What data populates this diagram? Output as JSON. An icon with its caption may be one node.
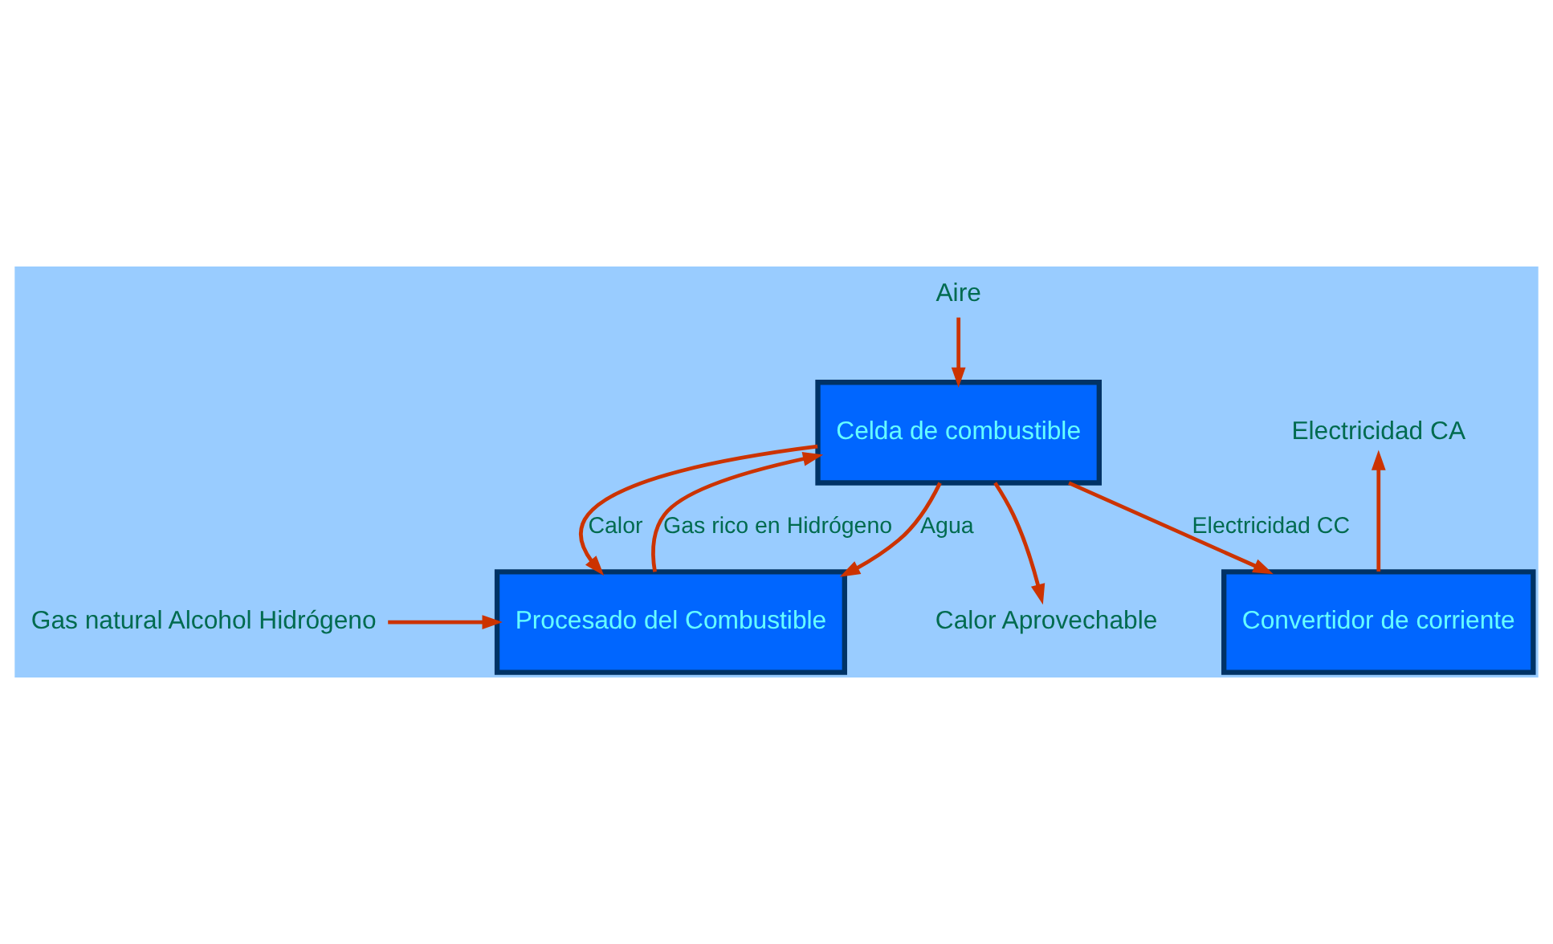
{
  "diagram": {
    "nodes": [
      {
        "text": [
          "Aire"
        ]
      },
      {
        "text": [
          "Celda de combustible"
        ]
      },
      {
        "text": [
          "Gas natural Alcohol Hidrógeno"
        ]
      },
      {
        "text": [
          "Procesado del Combustible"
        ]
      },
      {
        "text": [
          "Convertidor de corriente"
        ]
      },
      {
        "text": [
          "Electricidad CA"
        ]
      },
      {
        "text": [
          "Calor Aprovechable"
        ]
      }
    ],
    "edges": [
      {
        "from": 0,
        "to": 1,
        "arrow": "to"
      },
      {
        "from": 3,
        "to": 1,
        "arrow": "to",
        "label": "Gas rico en Hidrógeno"
      },
      {
        "from": 2,
        "to": 3,
        "arrow": "to"
      },
      {
        "from": 1,
        "to": 3,
        "arrow": "to",
        "label": "Agua"
      },
      {
        "from": 1,
        "to": 4,
        "arrow": "to",
        "label": "Electricidad CC"
      },
      {
        "from": 4,
        "to": 5,
        "arrow": "to"
      },
      {
        "from": 1,
        "to": 3,
        "arrow": "to",
        "label": "Calor"
      },
      {
        "from": 1,
        "to": 6,
        "arrow": "to"
      }
    ]
  }
}
